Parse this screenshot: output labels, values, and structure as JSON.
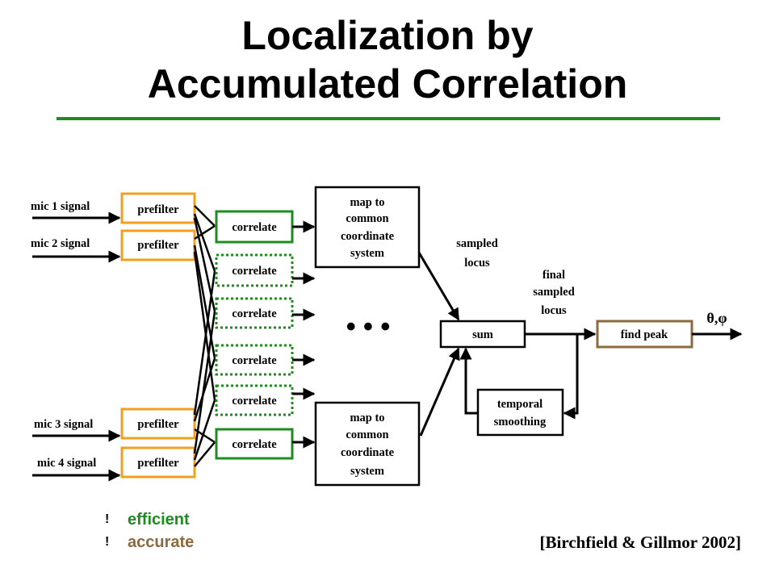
{
  "title": {
    "line1": "Localization by",
    "line2": "Accumulated Correlation"
  },
  "inputs": [
    "mic 1 signal",
    "mic 2 signal",
    "mic 3 signal",
    "mic 4 signal"
  ],
  "prefilter_label": "prefilter",
  "correlate_label": "correlate",
  "map_label": [
    "map to",
    "common",
    "coordinate",
    "system"
  ],
  "ellipsis": "• • •",
  "sampled_locus": [
    "sampled",
    "locus"
  ],
  "final_sampled_locus": [
    "final",
    "sampled",
    "locus"
  ],
  "sum_label": "sum",
  "find_peak_label": "find peak",
  "temporal_smoothing": [
    "temporal",
    "smoothing"
  ],
  "output_label": "θ,φ",
  "bullets": [
    {
      "mark": "!",
      "text": "efficient",
      "color": "#1e8c1e"
    },
    {
      "mark": "!",
      "text": "accurate",
      "color": "#8b6a3e"
    }
  ],
  "citation": "[Birchfield & Gillmor 2002]",
  "colors": {
    "prefilter": "#f0a020",
    "correlate": "#1e8c1e",
    "map": "#000000",
    "find_peak": "#8b6a3e"
  }
}
